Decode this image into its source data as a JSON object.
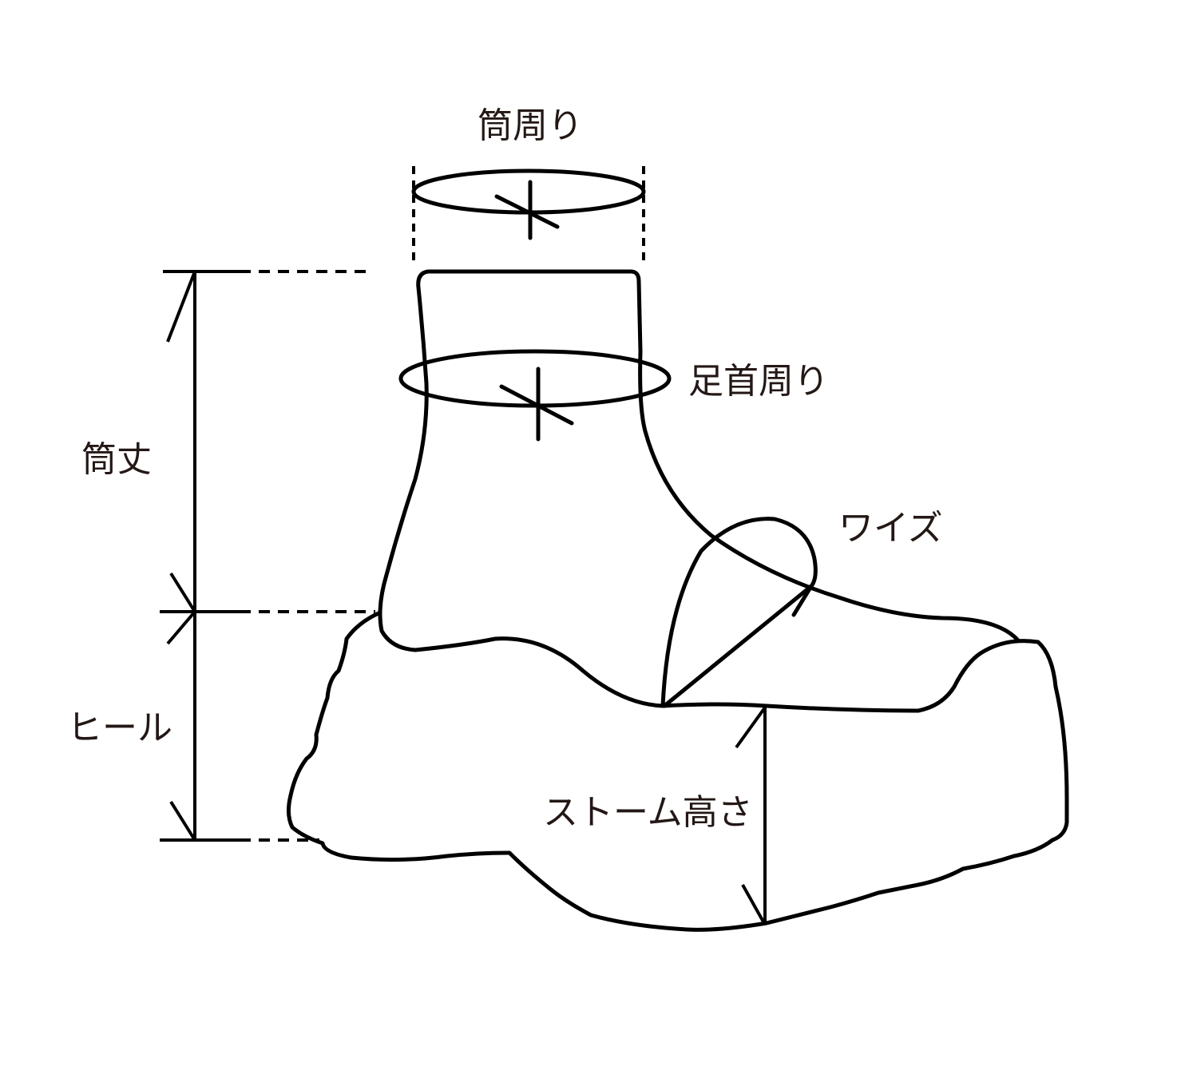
{
  "labels": {
    "shaft_circumference": "筒周り",
    "ankle_circumference": "足首周り",
    "shaft_height": "筒丈",
    "width": "ワイズ",
    "heel": "ヒール",
    "platform_height": "ストーム高さ"
  },
  "colors": {
    "line": "#000000",
    "text": "#231815",
    "background": "#ffffff"
  }
}
